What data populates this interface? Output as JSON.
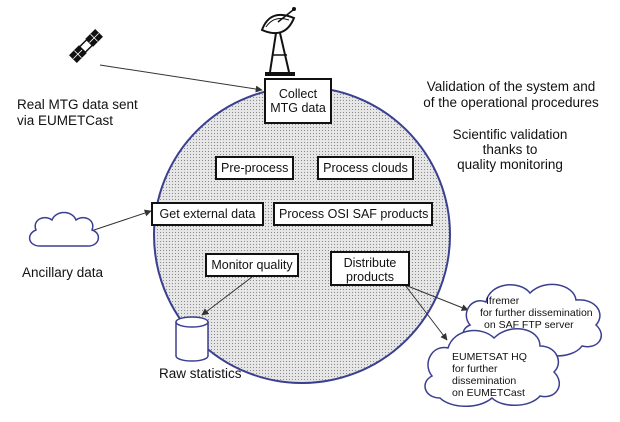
{
  "colors": {
    "circle_fill": "#dedede",
    "circle_stroke": "#3a3f8f",
    "line": "#333333",
    "box_border": "#111111"
  },
  "icons": {
    "satellite": "satellite-icon",
    "antenna": "satellite-dish-icon",
    "ancillary": "cloud-icon",
    "database": "database-icon",
    "ifremer": "cloud-icon",
    "eumetsat": "cloud-icon"
  },
  "labels": {
    "satellite": [
      "Real MTG data sent",
      "via EUMETCast"
    ],
    "ancillary": "Ancillary data",
    "raw_statistics": "Raw statistics",
    "validation": [
      "Validation of the system and",
      "of the operational procedures"
    ],
    "scientific": [
      "Scientific validation",
      "thanks to",
      "quality monitoring"
    ]
  },
  "boxes": {
    "collect": [
      "Collect",
      "MTG data"
    ],
    "preprocess": "Pre-process",
    "process_clouds": "Process clouds",
    "get_external": "Get external data",
    "process_osi": "Process OSI SAF products",
    "monitor_quality": "Monitor quality",
    "distribute": [
      "Distribute",
      "products"
    ]
  },
  "clouds": {
    "ifremer": [
      "Ifremer",
      "for further dissemination",
      "on SAF FTP server"
    ],
    "eumetsat": [
      "EUMETSAT HQ",
      "for further",
      "dissemination",
      "on EUMETCast"
    ]
  }
}
